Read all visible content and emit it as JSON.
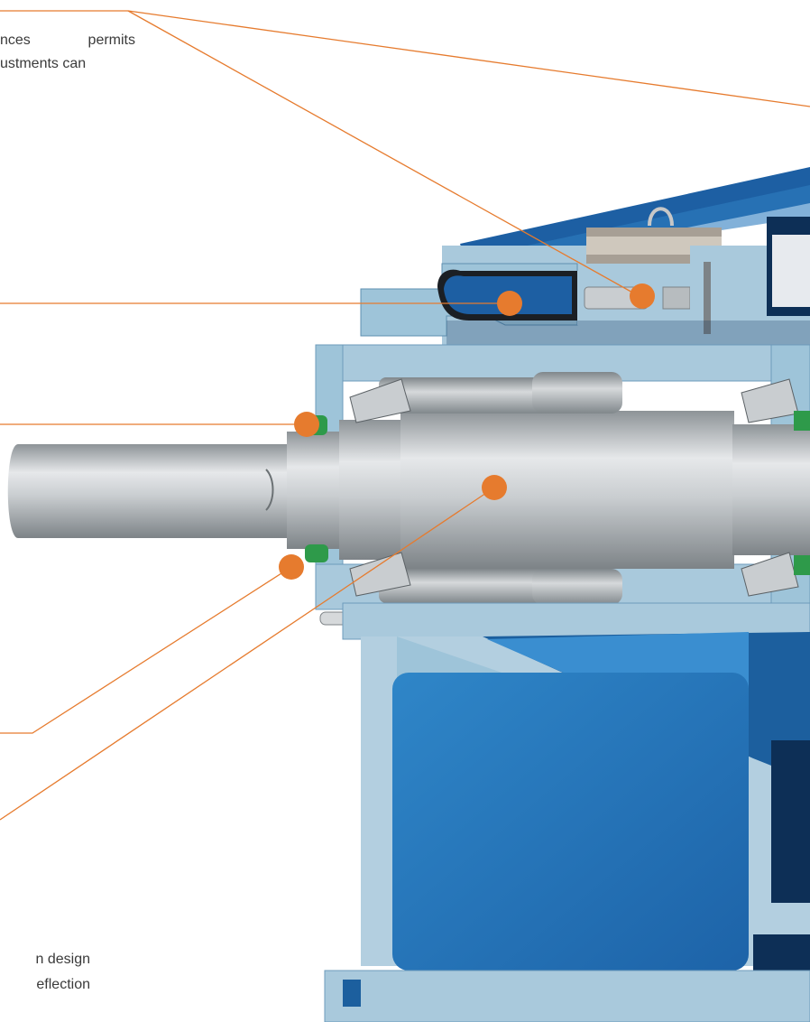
{
  "text_fragments": [
    "nces permits",
    "ustments can",
    "n design",
    "eflection"
  ],
  "colors": {
    "callout": "#e67b2e",
    "housing_light": "#9ec4d9",
    "housing_mid": "#4f9fd1",
    "housing_dark": "#1c5f9e",
    "housing_navy": "#0d2f56",
    "shaft": "#b7bcbf",
    "seal_green": "#2e9a4a"
  }
}
